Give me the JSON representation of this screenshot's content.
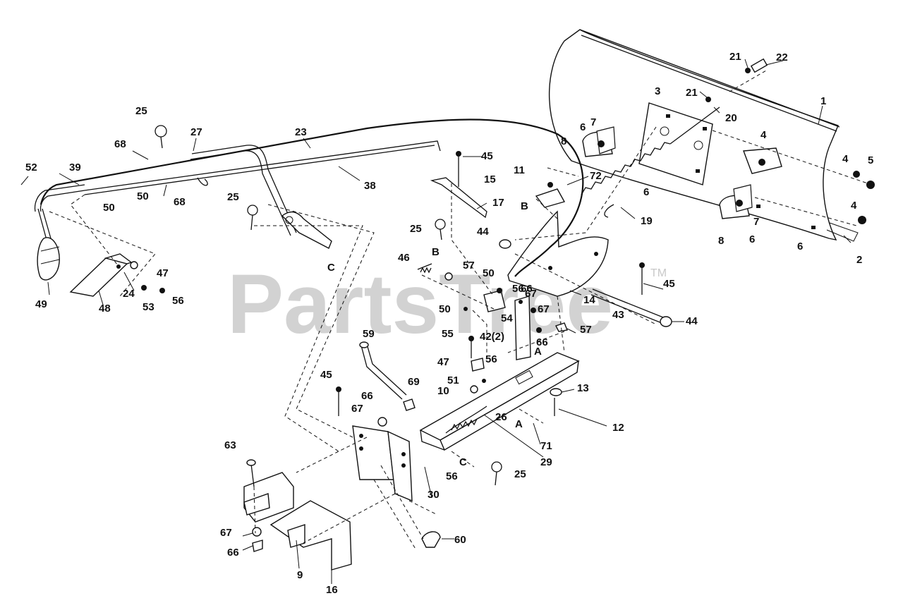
{
  "watermark": {
    "text": "PartsTree",
    "trademark": "TM"
  },
  "labels": {
    "p1": "1",
    "p2": "2",
    "p3": "3",
    "p4a": "4",
    "p4b": "4",
    "p4c": "4",
    "p5": "5",
    "p6a": "6",
    "p6b": "6",
    "p6c": "6",
    "p6d": "6",
    "p7a": "7",
    "p7b": "7",
    "p8a": "8",
    "p8b": "8",
    "p9": "9",
    "p10": "10",
    "p11": "11",
    "p12": "12",
    "p13": "13",
    "p14": "14",
    "p15": "15",
    "p16": "16",
    "p17": "17",
    "p19": "19",
    "p20": "20",
    "p21a": "21",
    "p21b": "21",
    "p22": "22",
    "p23": "23",
    "p24": "24",
    "p25a": "25",
    "p25b": "25",
    "p25c": "25",
    "p25d": "25",
    "p26": "26",
    "p27": "27",
    "p29": "29",
    "p30": "30",
    "p38": "38",
    "p39": "39",
    "p42": "42(2)",
    "p43": "43",
    "p44a": "44",
    "p44b": "44",
    "p45a": "45",
    "p45b": "45",
    "p45c": "45",
    "p46": "46",
    "p47a": "47",
    "p47b": "47",
    "p48": "48",
    "p49": "49",
    "p50a": "50",
    "p50b": "50",
    "p50c": "50",
    "p50d": "50",
    "p51": "51",
    "p52": "52",
    "p53": "53",
    "p54": "54",
    "p55": "55",
    "p56a": "56",
    "p56b": "56",
    "p56c": "56",
    "p56d": "56",
    "p57a": "57",
    "p57b": "57",
    "p59": "59",
    "p60": "60",
    "p63": "63",
    "p66a": "66",
    "p66b": "66",
    "p66c": "66",
    "p66d": "66",
    "p67a": "67",
    "p67b": "67",
    "p67c": "67",
    "p67d": "67",
    "p68a": "68",
    "p68b": "68",
    "p69": "69",
    "p71": "71",
    "p72": "72",
    "refA1": "A",
    "refA2": "A",
    "refB1": "B",
    "refB2": "B",
    "refC1": "C",
    "refC2": "C"
  }
}
